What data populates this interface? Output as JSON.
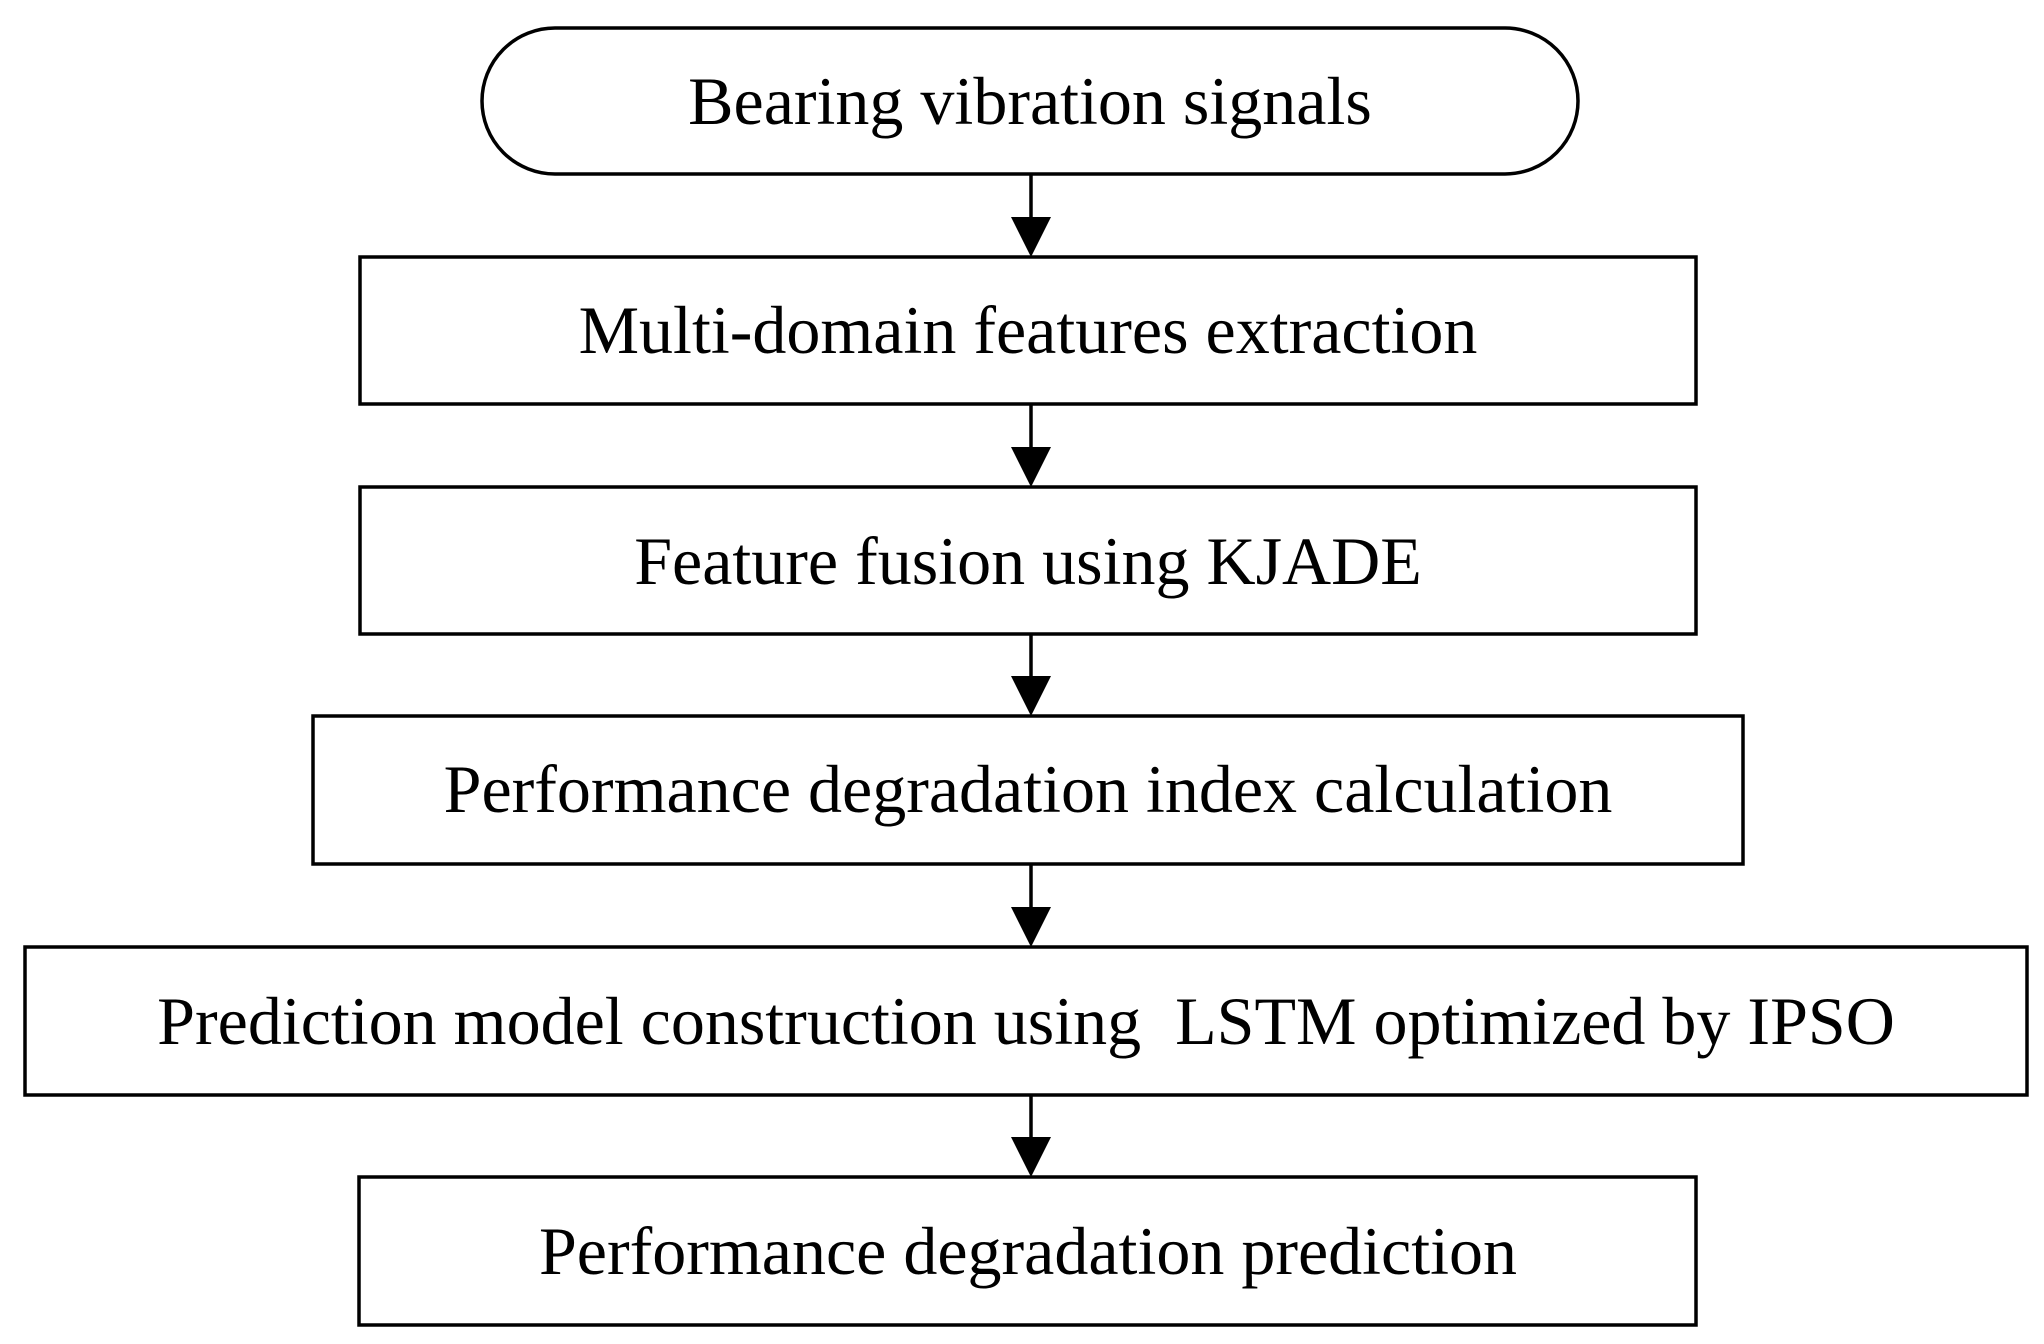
{
  "flowchart": {
    "steps": [
      {
        "shape": "terminator",
        "label": "Bearing vibration signals"
      },
      {
        "shape": "process",
        "label": "Multi-domain features extraction"
      },
      {
        "shape": "process",
        "label": "Feature fusion using KJADE"
      },
      {
        "shape": "process",
        "label": "Performance degradation index calculation"
      },
      {
        "shape": "process",
        "label": "Prediction model construction using  LSTM optimized by IPSO"
      },
      {
        "shape": "process",
        "label": "Performance degradation prediction"
      }
    ],
    "connections": [
      {
        "from": 0,
        "to": 1
      },
      {
        "from": 1,
        "to": 2
      },
      {
        "from": 2,
        "to": 3
      },
      {
        "from": 3,
        "to": 4
      },
      {
        "from": 4,
        "to": 5
      }
    ]
  }
}
